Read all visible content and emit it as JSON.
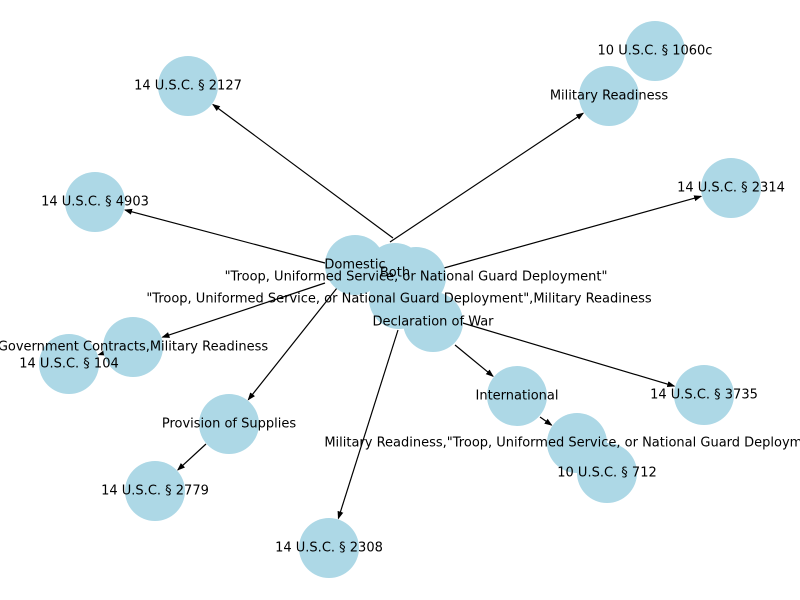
{
  "colors": {
    "node_fill": "#add8e6",
    "edge": "#000000",
    "label": "#000000",
    "background": "#ffffff"
  },
  "nodes": [
    {
      "id": "usc-1060c",
      "label": "10 U.S.C. § 1060c"
    },
    {
      "id": "military-readiness",
      "label": "Military Readiness"
    },
    {
      "id": "usc-2127",
      "label": "14 U.S.C. § 2127"
    },
    {
      "id": "usc-2314",
      "label": "14 U.S.C. § 2314"
    },
    {
      "id": "usc-4903",
      "label": "14 U.S.C. § 4903"
    },
    {
      "id": "domestic",
      "label": "Domestic"
    },
    {
      "id": "both",
      "label": "Both"
    },
    {
      "id": "troop-deployment",
      "label": "\"Troop, Uniformed Service, or National Guard Deployment\""
    },
    {
      "id": "troop-deployment-readiness",
      "label": "\"Troop, Uniformed Service, or National Guard Deployment\",Military Readiness"
    },
    {
      "id": "declaration-of-war",
      "label": "Declaration of War"
    },
    {
      "id": "government-contracts-readiness",
      "label": "Government Contracts,Military Readiness"
    },
    {
      "id": "usc-104",
      "label": "14 U.S.C. § 104"
    },
    {
      "id": "provision-of-supplies",
      "label": "Provision of Supplies"
    },
    {
      "id": "international",
      "label": "International"
    },
    {
      "id": "usc-3735",
      "label": "14 U.S.C. § 3735"
    },
    {
      "id": "readiness-troop-deployment",
      "label": "Military Readiness,\"Troop, Uniformed Service, or National Guard Deployment\""
    },
    {
      "id": "usc-712",
      "label": "10 U.S.C. § 712"
    },
    {
      "id": "usc-2779",
      "label": "14 U.S.C. § 2779"
    },
    {
      "id": "usc-2308",
      "label": "14 U.S.C. § 2308"
    }
  ],
  "edges": [
    {
      "from": "domestic",
      "to": "usc-2127"
    },
    {
      "from": "domestic",
      "to": "military-readiness"
    },
    {
      "from": "domestic",
      "to": "usc-4903"
    },
    {
      "from": "domestic",
      "to": "usc-2314"
    },
    {
      "from": "domestic",
      "to": "government-contracts-readiness"
    },
    {
      "from": "domestic",
      "to": "provision-of-supplies"
    },
    {
      "from": "domestic",
      "to": "usc-2308"
    },
    {
      "from": "domestic",
      "to": "usc-3735"
    },
    {
      "from": "declaration-of-war",
      "to": "international"
    },
    {
      "from": "international",
      "to": "readiness-troop-deployment"
    },
    {
      "from": "provision-of-supplies",
      "to": "usc-2779"
    },
    {
      "from": "government-contracts-readiness",
      "to": "usc-104"
    }
  ]
}
